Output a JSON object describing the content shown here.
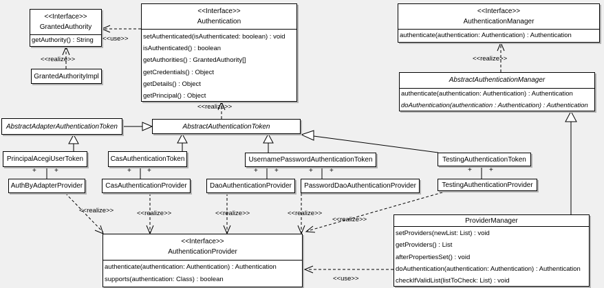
{
  "labels": {
    "realize": "<<realize>>",
    "use": "<<use>>",
    "plus": "+"
  },
  "classes": {
    "granted_authority": {
      "stereotype": "<<Interface>>",
      "name": "GrantedAuthority",
      "methods": [
        "getAuthority() : String"
      ]
    },
    "granted_authority_impl": {
      "name": "GrantedAuthorityImpl"
    },
    "authentication": {
      "stereotype": "<<Interface>>",
      "name": "Authentication",
      "methods": [
        "setAuthenticated(isAuthenticated: boolean) : void",
        "isAuthenticated() : boolean",
        "getAuthorities() : GrantedAuthority[]",
        "getCredentials() : Object",
        "getDetails() : Object",
        "getPrincipal() : Object"
      ]
    },
    "authentication_manager": {
      "stereotype": "<<Interface>>",
      "name": "AuthenticationManager",
      "methods": [
        "authenticate(authentication: Authentication) : Authentication"
      ]
    },
    "abstract_authentication_manager": {
      "name": "AbstractAuthenticationManager",
      "methods": [
        "authenticate(authentication: Authentication) : Authentication",
        "doAuthentication(authentication : Authentication) : Authentication"
      ]
    },
    "abstract_adapter_authentication_token": {
      "name": "AbstractAdapterAuthenticationToken"
    },
    "abstract_authentication_token": {
      "name": "AbstractAuthenticationToken"
    },
    "principal_acegi_user_token": {
      "name": "PrincipalAcegiUserToken"
    },
    "cas_authentication_token": {
      "name": "CasAuthenticationToken"
    },
    "username_password_authentication_token": {
      "name": "UsernamePasswordAuthenticationToken"
    },
    "testing_authentication_token": {
      "name": "TestingAuthenticationToken"
    },
    "auth_by_adapter_provider": {
      "name": "AuthByAdapterProvider"
    },
    "cas_authentication_provider": {
      "name": "CasAuthenticationProvider"
    },
    "dao_authentication_provider": {
      "name": "DaoAuthenticationProvider"
    },
    "password_dao_authentication_provider": {
      "name": "PasswordDaoAuthenticationProvider"
    },
    "testing_authentication_provider": {
      "name": "TestingAuthenticationProvider"
    },
    "authentication_provider": {
      "stereotype": "<<Interface>>",
      "name": "AuthenticationProvider",
      "methods": [
        "authenticate(authentication: Authentication) : Authentication",
        "supports(authentication: Class) : boolean"
      ]
    },
    "provider_manager": {
      "name": "ProviderManager",
      "methods": [
        "setProviders(newList: List) : void",
        "getProviders() : List",
        "afterPropertiesSet() : void",
        "doAuthentication(authentication: Authentication) : Authentication",
        "checkIfValidList(listToCheck: List) : void"
      ]
    }
  },
  "relationships": [
    {
      "type": "use",
      "from": "Authentication",
      "to": "GrantedAuthority",
      "label": "<<use>>"
    },
    {
      "type": "realize",
      "from": "GrantedAuthorityImpl",
      "to": "GrantedAuthority",
      "label": "<<realize>>"
    },
    {
      "type": "realize",
      "from": "AbstractAuthenticationToken",
      "to": "Authentication",
      "label": "<<realize>>"
    },
    {
      "type": "realize",
      "from": "AbstractAuthenticationManager",
      "to": "AuthenticationManager",
      "label": "<<realize>>"
    },
    {
      "type": "generalization",
      "from": "AbstractAdapterAuthenticationToken",
      "to": "AbstractAuthenticationToken"
    },
    {
      "type": "generalization",
      "from": "PrincipalAcegiUserToken",
      "to": "AbstractAdapterAuthenticationToken"
    },
    {
      "type": "generalization",
      "from": "CasAuthenticationToken",
      "to": "AbstractAuthenticationToken"
    },
    {
      "type": "generalization",
      "from": "UsernamePasswordAuthenticationToken",
      "to": "AbstractAuthenticationToken"
    },
    {
      "type": "generalization",
      "from": "TestingAuthenticationToken",
      "to": "AbstractAuthenticationToken"
    },
    {
      "type": "generalization",
      "from": "ProviderManager",
      "to": "AbstractAuthenticationManager"
    },
    {
      "type": "association",
      "from": "PrincipalAcegiUserToken",
      "to": "AuthByAdapterProvider",
      "end_labels": [
        "+",
        "+"
      ]
    },
    {
      "type": "association",
      "from": "CasAuthenticationToken",
      "to": "CasAuthenticationProvider",
      "end_labels": [
        "+",
        "+"
      ]
    },
    {
      "type": "association",
      "from": "UsernamePasswordAuthenticationToken",
      "to": "DaoAuthenticationProvider",
      "end_labels": [
        "+",
        "+"
      ]
    },
    {
      "type": "association",
      "from": "UsernamePasswordAuthenticationToken",
      "to": "PasswordDaoAuthenticationProvider",
      "end_labels": [
        "+",
        "+"
      ]
    },
    {
      "type": "association",
      "from": "TestingAuthenticationToken",
      "to": "TestingAuthenticationProvider",
      "end_labels": [
        "+",
        "+"
      ]
    },
    {
      "type": "realize",
      "from": "AuthByAdapterProvider",
      "to": "AuthenticationProvider",
      "label": "<<realize>>"
    },
    {
      "type": "realize",
      "from": "CasAuthenticationProvider",
      "to": "AuthenticationProvider",
      "label": "<<realize>>"
    },
    {
      "type": "realize",
      "from": "DaoAuthenticationProvider",
      "to": "AuthenticationProvider",
      "label": "<<realize>>"
    },
    {
      "type": "realize",
      "from": "PasswordDaoAuthenticationProvider",
      "to": "AuthenticationProvider",
      "label": "<<realize>>"
    },
    {
      "type": "realize",
      "from": "TestingAuthenticationProvider",
      "to": "AuthenticationProvider",
      "label": "<<realize>>"
    },
    {
      "type": "use",
      "from": "ProviderManager",
      "to": "AuthenticationProvider",
      "label": "<<use>>"
    }
  ],
  "colors": {
    "background": "#f0f0f0",
    "box_fill": "#ffffff",
    "box_border": "#000000",
    "shadow": "#b4b4b4"
  }
}
